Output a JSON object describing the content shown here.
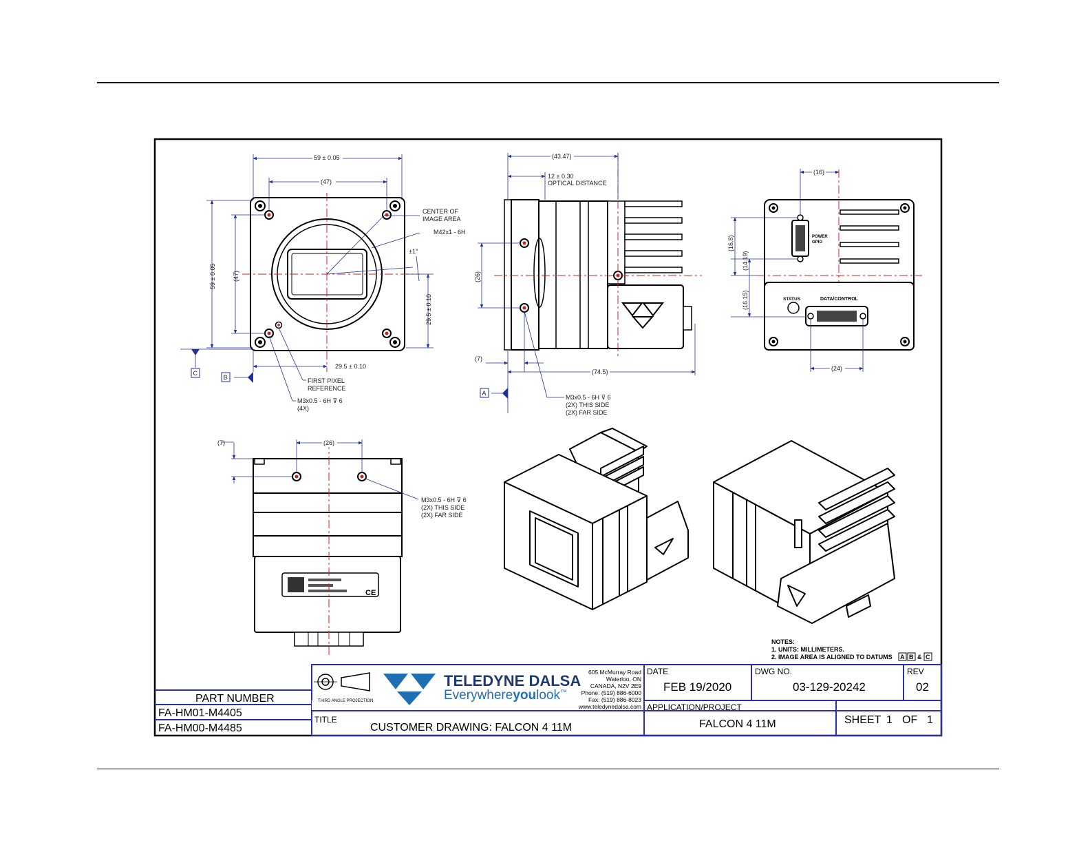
{
  "drawing": {
    "front_view": {
      "dim_width": "59 ± 0.05",
      "dim_hole_spacing_x": "(47)",
      "dim_height": "59 ± 0.05",
      "dim_hole_spacing_y": "(47)",
      "dim_center_y": "29.5 ± 0.10",
      "dim_center_x": "29.5 ± 0.10",
      "angle": "±1°",
      "center_label_1": "CENTER OF",
      "center_label_2": "IMAGE AREA",
      "mount_label": "M42x1 - 6H",
      "pixel_label_1": "FIRST PIXEL",
      "pixel_label_2": "REFERENCE",
      "hole_label_1": "M3x0.5 - 6H ⊽ 6",
      "hole_label_2": "(4X)",
      "datum_c": "C",
      "datum_b": "B"
    },
    "side_view": {
      "dim_overall": "(43.47)",
      "dim_optical": "12 ± 0.30",
      "optical_label": "OPTICAL DISTANCE",
      "dim_hole_spacing": "(26)",
      "dim_offset": "(7)",
      "dim_length": "(74.5)",
      "hole_label_1": "M3x0.5 - 6H ⊽ 6",
      "hole_label_2": "(2X) THIS SIDE",
      "hole_label_3": "(2X) FAR SIDE",
      "datum_a": "A"
    },
    "rear_view": {
      "dim_top": "(16)",
      "dim_v1": "(16.8)",
      "dim_v2": "(14.19)",
      "dim_v3": "(16.15)",
      "dim_bottom": "(24)",
      "power_label_1": "POWER",
      "power_label_2": "GPIO",
      "status_label": "STATUS",
      "data_label": "DATA/CONTROL"
    },
    "bottom_view": {
      "dim_offset": "(7)",
      "dim_hole_spacing": "(26)",
      "hole_label_1": "M3x0.5 - 6H ⊽ 6",
      "hole_label_2": "(2X) THIS SIDE",
      "hole_label_3": "(2X) FAR SIDE",
      "ce_mark": "CE"
    },
    "notes": {
      "heading": "NOTES:",
      "line1": "1. UNITS: MILLIMETERS.",
      "line2_prefix": "2. IMAGE AREA IS ALIGNED TO DATUMS",
      "datum_a": "A",
      "datum_b": "B",
      "amp": "&",
      "datum_c": "C"
    }
  },
  "title_block": {
    "part_number_header": "PART NUMBER",
    "part_numbers": [
      "FA-HM01-M4405",
      "FA-HM00-M4485"
    ],
    "projection_label": "THIRD ANGLE PROJECTION",
    "brand_line1": "TELEDYNE DALSA",
    "brand_line2_a": "Everywhere",
    "brand_line2_b": "you",
    "brand_line2_c": "look",
    "brand_tm": "™",
    "address": [
      "605 McMurray Road",
      "Waterloo, ON",
      "CANADA, N2V 2E9",
      "Phone: (519) 886-6000",
      "Fax: (519) 886-8023",
      "www.teledynedalsa.com"
    ],
    "date_label": "DATE",
    "date_value": "FEB 19/2020",
    "dwg_label": "DWG NO.",
    "dwg_value": "03-129-20242",
    "rev_label": "REV",
    "rev_value": "02",
    "title_label": "TITLE",
    "title_value": "CUSTOMER DRAWING: FALCON 4 11M",
    "app_label": "APPLICATION/PROJECT",
    "app_value": "FALCON 4 11M",
    "sheet_label": "SHEET",
    "sheet_num": "1",
    "sheet_of": "OF",
    "sheet_total": "1"
  },
  "colors": {
    "frame": "#000000",
    "title_block": "#2b2fa8",
    "dimension": "#1f2f9a",
    "centerline": "#d42020",
    "logo_blue": "#1f6fb5"
  }
}
